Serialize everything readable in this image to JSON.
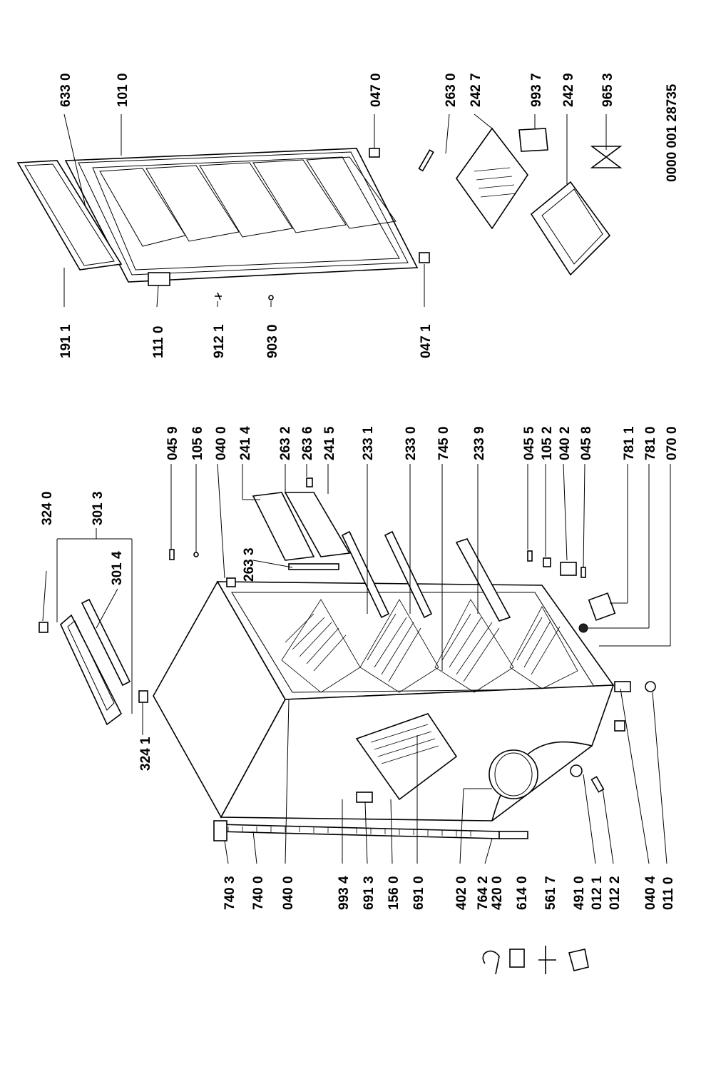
{
  "diagram": {
    "doc_number": "0000 001 28735",
    "labels": [
      {
        "id": "l3240",
        "text": "324 0"
      },
      {
        "id": "l3013",
        "text": "301 3"
      },
      {
        "id": "l3014",
        "text": "301 4"
      },
      {
        "id": "l3241",
        "text": "324 1"
      },
      {
        "id": "l0459",
        "text": "045 9"
      },
      {
        "id": "l1056",
        "text": "105 6"
      },
      {
        "id": "l0400top",
        "text": "040 0"
      },
      {
        "id": "l2414",
        "text": "241 4"
      },
      {
        "id": "l2632",
        "text": "263 2"
      },
      {
        "id": "l2636",
        "text": "263 6"
      },
      {
        "id": "l2415",
        "text": "241 5"
      },
      {
        "id": "l2633",
        "text": "263 3"
      },
      {
        "id": "l2331",
        "text": "233 1"
      },
      {
        "id": "l2330",
        "text": "233 0"
      },
      {
        "id": "l7450",
        "text": "745 0"
      },
      {
        "id": "l2339",
        "text": "233 9"
      },
      {
        "id": "l0455",
        "text": "045 5"
      },
      {
        "id": "l1052",
        "text": "105 2"
      },
      {
        "id": "l0402",
        "text": "040 2"
      },
      {
        "id": "l0458",
        "text": "045 8"
      },
      {
        "id": "l7811",
        "text": "781 1"
      },
      {
        "id": "l7810",
        "text": "781 0"
      },
      {
        "id": "l0700",
        "text": "070 0"
      },
      {
        "id": "l7403",
        "text": "740 3"
      },
      {
        "id": "l7400",
        "text": "740 0"
      },
      {
        "id": "l0400bot",
        "text": "040 0"
      },
      {
        "id": "l9934",
        "text": "993 4"
      },
      {
        "id": "l6913",
        "text": "691 3"
      },
      {
        "id": "l1560",
        "text": "156 0"
      },
      {
        "id": "l6910",
        "text": "691 0"
      },
      {
        "id": "l4020",
        "text": "402 0"
      },
      {
        "id": "l7642",
        "text": "764 2"
      },
      {
        "id": "l4200",
        "text": "420 0"
      },
      {
        "id": "l6140",
        "text": "614 0"
      },
      {
        "id": "l5617",
        "text": "561 7"
      },
      {
        "id": "l4910",
        "text": "491 0"
      },
      {
        "id": "l0121",
        "text": "012 1"
      },
      {
        "id": "l0122",
        "text": "012 2"
      },
      {
        "id": "l0404",
        "text": "040 4"
      },
      {
        "id": "l0110",
        "text": "011 0"
      },
      {
        "id": "l6330",
        "text": "633 0"
      },
      {
        "id": "l1010",
        "text": "101 0"
      },
      {
        "id": "l0470",
        "text": "047 0"
      },
      {
        "id": "l1911",
        "text": "191 1"
      },
      {
        "id": "l1110",
        "text": "111 0"
      },
      {
        "id": "l9121",
        "text": "912 1"
      },
      {
        "id": "l9030",
        "text": "903 0"
      },
      {
        "id": "l0471",
        "text": "047 1"
      },
      {
        "id": "l2630",
        "text": "263 0"
      },
      {
        "id": "l2427",
        "text": "242 7"
      },
      {
        "id": "l9937",
        "text": "993 7"
      },
      {
        "id": "l2429",
        "text": "242 9"
      },
      {
        "id": "l9653",
        "text": "965 3"
      }
    ]
  }
}
